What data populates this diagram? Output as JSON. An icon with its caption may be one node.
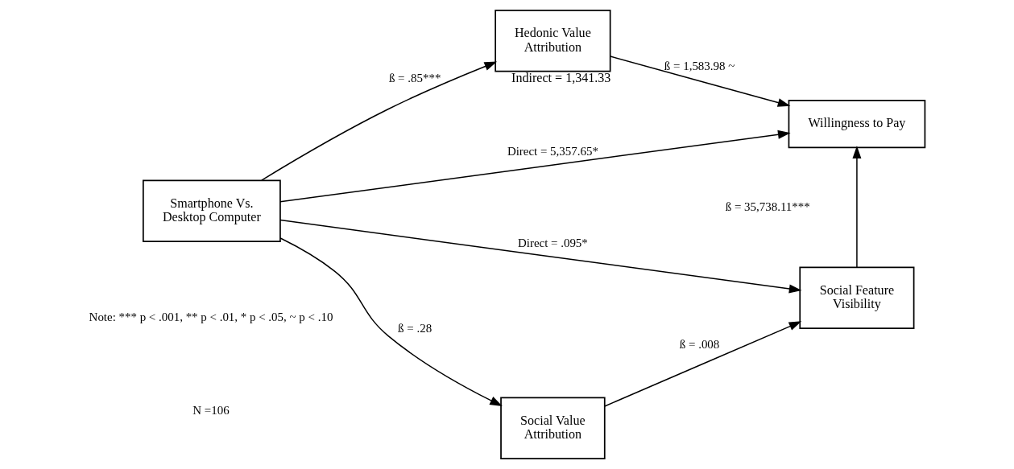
{
  "diagram": {
    "nodes": [
      {
        "text": [
          "Smartphone Vs. Desktop Computer"
        ]
      },
      {
        "text": [
          "Hedonic Value Attribution"
        ],
        "beside": [
          "Indirect = 1,341.33"
        ]
      },
      {
        "text": [
          "Willingness to Pay"
        ]
      },
      {
        "text": [
          "Social Feature Visibility"
        ]
      },
      {
        "text": [
          "Social Value Attribution"
        ]
      }
    ],
    "edges": [
      {
        "from": 0,
        "to": 1,
        "arrow": "to",
        "label": "ß = .85***"
      },
      {
        "from": 1,
        "to": 2,
        "arrow": "to",
        "label": "ß = 1,583.98 ~"
      },
      {
        "from": 0,
        "to": 2,
        "arrow": "to",
        "label": "Direct = 5,357.65*"
      },
      {
        "from": 0,
        "to": 3,
        "arrow": "to",
        "label": "Direct = .095*"
      },
      {
        "from": 0,
        "to": 4,
        "arrow": "to",
        "label": "ß = .28"
      },
      {
        "from": 4,
        "to": 3,
        "arrow": "to",
        "label": "ß = .008"
      },
      {
        "from": 3,
        "to": 2,
        "arrow": "to",
        "label": "ß = 35,738.11***"
      }
    ],
    "labels": [
      "Note: *** p < .001, ** p < .01, * p < .05, ~ p < .10",
      "N =106"
    ]
  }
}
